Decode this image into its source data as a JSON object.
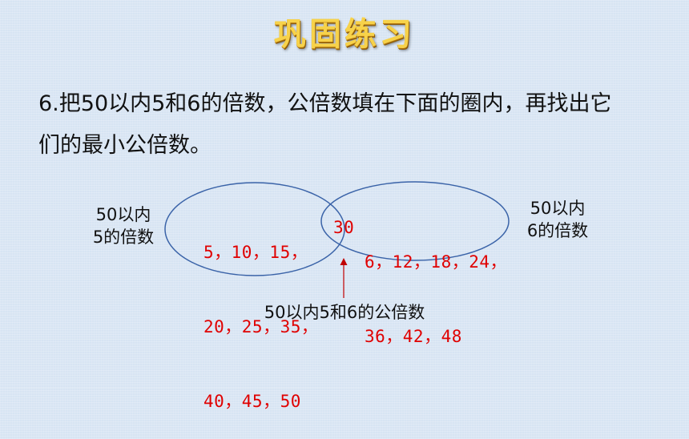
{
  "title": "巩固练习",
  "question": {
    "line1": "6.把50以内5和6的倍数，公倍数填在下面的圈内，再找出它",
    "line2": "们的最小公倍数。"
  },
  "venn": {
    "left_label_line1": "50以内",
    "left_label_line2": "5的倍数",
    "right_label_line1": "50以内",
    "right_label_line2": "6的倍数",
    "left_only": {
      "row1": "5，10，15，",
      "row2": "20，25，35，",
      "row3": "40，45，50"
    },
    "common": "30",
    "right_only": {
      "row1": "6，12，18，24，",
      "row2": "36，42，48"
    },
    "common_label": "50以内5和6的公倍数"
  },
  "colors": {
    "title": "#f7d24a",
    "answer": "#e00000",
    "circle": "#3a63a8",
    "arrow": "#c00000"
  }
}
